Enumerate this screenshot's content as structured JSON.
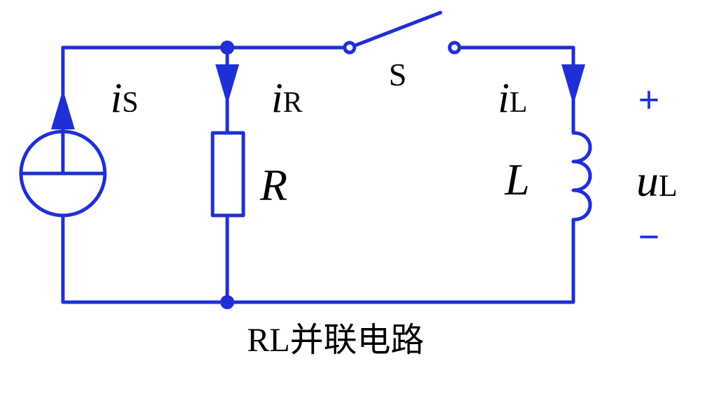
{
  "colors": {
    "wire": "#1f2fd6",
    "text": "#000000",
    "background": "#ffffff"
  },
  "labels": {
    "is_main": "i",
    "is_sub": "S",
    "ir_main": "i",
    "ir_sub": "R",
    "il_main": "i",
    "il_sub": "L",
    "switch": "S",
    "resistor": "R",
    "inductor": "L",
    "ul_main": "u",
    "ul_sub": "L",
    "plus": "+",
    "minus": "−",
    "caption": "RL并联电路"
  }
}
